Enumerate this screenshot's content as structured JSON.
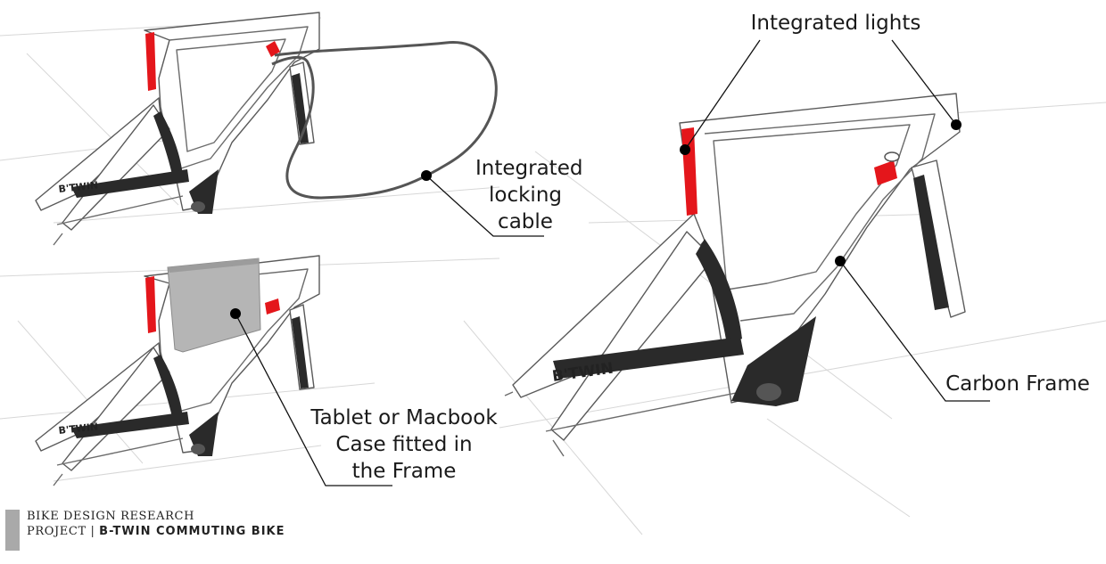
{
  "callouts": {
    "locking_cable": "Integrated\nlocking\ncable",
    "integrated_lights": "Integrated lights",
    "case": "Tablet or Macbook\nCase fitted in\nthe Frame",
    "carbon_frame": "Carbon Frame"
  },
  "brand_mark": "B'TWIN",
  "footer": {
    "line1": "BIKE DESIGN RESEARCH",
    "line2_prefix": "PROJECT | ",
    "line2_bold": "B-TWIN COMMUTING BIKE"
  },
  "colors": {
    "accent_red": "#e4161b",
    "carbon_dark": "#2a2a2a",
    "case_grey": "#b5b5b5",
    "footer_bar": "#a9a9a9"
  }
}
